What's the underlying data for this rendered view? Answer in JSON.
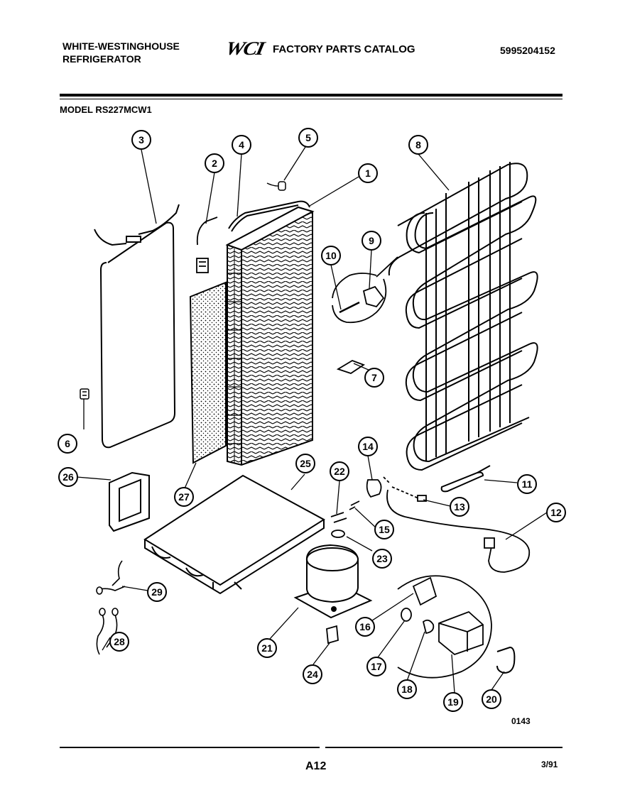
{
  "header": {
    "brand_line1": "WHITE-WESTINGHOUSE",
    "brand_line2": "REFRIGERATOR",
    "logo": "WCI",
    "catalog_title": "FACTORY PARTS CATALOG",
    "catalog_number": "5995204152",
    "model": "MODEL RS227MCW1"
  },
  "footer": {
    "diagram_code": "0143",
    "page_number": "A12",
    "date_code": "3/91"
  },
  "callouts": [
    "1",
    "2",
    "3",
    "4",
    "5",
    "6",
    "7",
    "8",
    "9",
    "10",
    "11",
    "12",
    "13",
    "14",
    "15",
    "16",
    "17",
    "18",
    "19",
    "20",
    "21",
    "22",
    "23",
    "24",
    "25",
    "26",
    "27",
    "28",
    "29"
  ]
}
